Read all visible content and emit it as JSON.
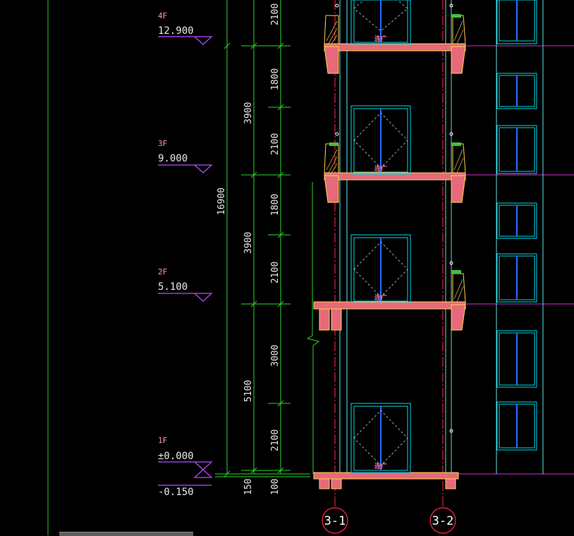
{
  "levels": [
    {
      "floor": "4F",
      "elevation": "12.900"
    },
    {
      "floor": "3F",
      "elevation": "9.000"
    },
    {
      "floor": "2F",
      "elevation": "5.100"
    },
    {
      "floor": "1F",
      "elevation": "±0.000"
    }
  ],
  "ground_elevation": "-0.150",
  "dimensions": {
    "total": "16900",
    "storey": [
      "3900",
      "3900",
      "5100"
    ],
    "segments": [
      "2100",
      "1800",
      "2100",
      "1800",
      "2100",
      "3000",
      "2100"
    ],
    "bottom": [
      "150",
      "100"
    ]
  },
  "door_label": "连广",
  "axes": [
    "3-1",
    "3-2"
  ],
  "colors": {
    "level_marker": "#b44dff",
    "floor_text": "#ff9aa8",
    "dimension_line": "#2bd62b",
    "slab_fill": "#e66a7a",
    "slab_edge": "#ffd34d",
    "window_frame": "#00d8e6",
    "window_mullion": "#2a6dff",
    "axis_line": "#ff2a4e",
    "floor_guide": "#d02bd0"
  }
}
